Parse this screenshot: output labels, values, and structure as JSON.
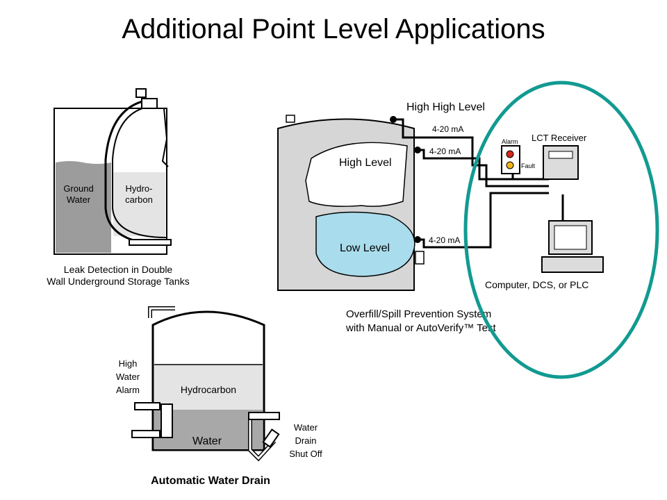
{
  "slide": {
    "title": "Additional Point Level Applications"
  },
  "leak_detection": {
    "label_ground_1": "Ground",
    "label_ground_2": "Water",
    "label_hydro_1": "Hydro-",
    "label_hydro_2": "carbon",
    "caption_1": "Leak Detection in Double",
    "caption_2": "Wall Underground Storage Tanks"
  },
  "overfill": {
    "high_high_level": "High High Level",
    "high_level": "High Level",
    "low_level": "Low Level",
    "signal_1": "4-20 mA",
    "signal_2": "4-20 mA",
    "signal_3": "4-20 mA",
    "alarm": "Alarm",
    "fault": "Fault",
    "receiver": "LCT Receiver",
    "computer": "Computer, DCS, or PLC",
    "caption_1": "Overfill/Spill Prevention System",
    "caption_2": "with Manual or AutoVerify™ Test"
  },
  "water_drain": {
    "hydrocarbon": "Hydrocarbon",
    "water": "Water",
    "high_water_alarm_1": "High",
    "high_water_alarm_2": "Water",
    "high_water_alarm_3": "Alarm",
    "shut_off_1": "Water",
    "shut_off_2": "Drain",
    "shut_off_3": "Shut Off",
    "caption": "Automatic Water Drain"
  },
  "colors": {
    "highlight_ellipse": "#129a91",
    "low_level_fill": "#a9dcec",
    "water_fill": "#a8a8a8",
    "hydrocarbon_fill": "#e4e4e4",
    "tank_fill": "#dcdcdc",
    "alarm_red": "#d42a1a",
    "alarm_yellow": "#f0b418"
  }
}
